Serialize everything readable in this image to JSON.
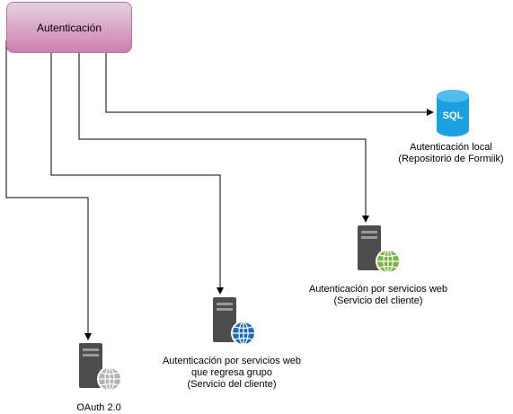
{
  "root": {
    "label": "Autenticación"
  },
  "nodes": [
    {
      "id": "sql",
      "icon": "sql-database-icon",
      "icon_text": "SQL",
      "lines": [
        "Autenticación local",
        "(Repositorio de Formiik)"
      ]
    },
    {
      "id": "ws-client",
      "icon": "web-server-green-globe-icon",
      "lines": [
        "Autenticación por servicios web",
        "(Servicio del cliente)"
      ]
    },
    {
      "id": "ws-group",
      "icon": "web-server-blue-globe-icon",
      "lines": [
        "Autenticación por servicios web",
        "que regresa grupo",
        "(Servicio del cliente)"
      ]
    },
    {
      "id": "oauth",
      "icon": "web-server-gray-globe-icon",
      "lines": [
        "OAuth 2.0"
      ]
    }
  ],
  "colors": {
    "sql": "#1ba1e2",
    "server": "#4d4d4d",
    "globe_green": "#7cb342",
    "globe_blue": "#1e6bb8",
    "globe_gray": "#b3b3b3",
    "root_top": "#e6d0de",
    "root_bottom": "#cd7fae"
  }
}
